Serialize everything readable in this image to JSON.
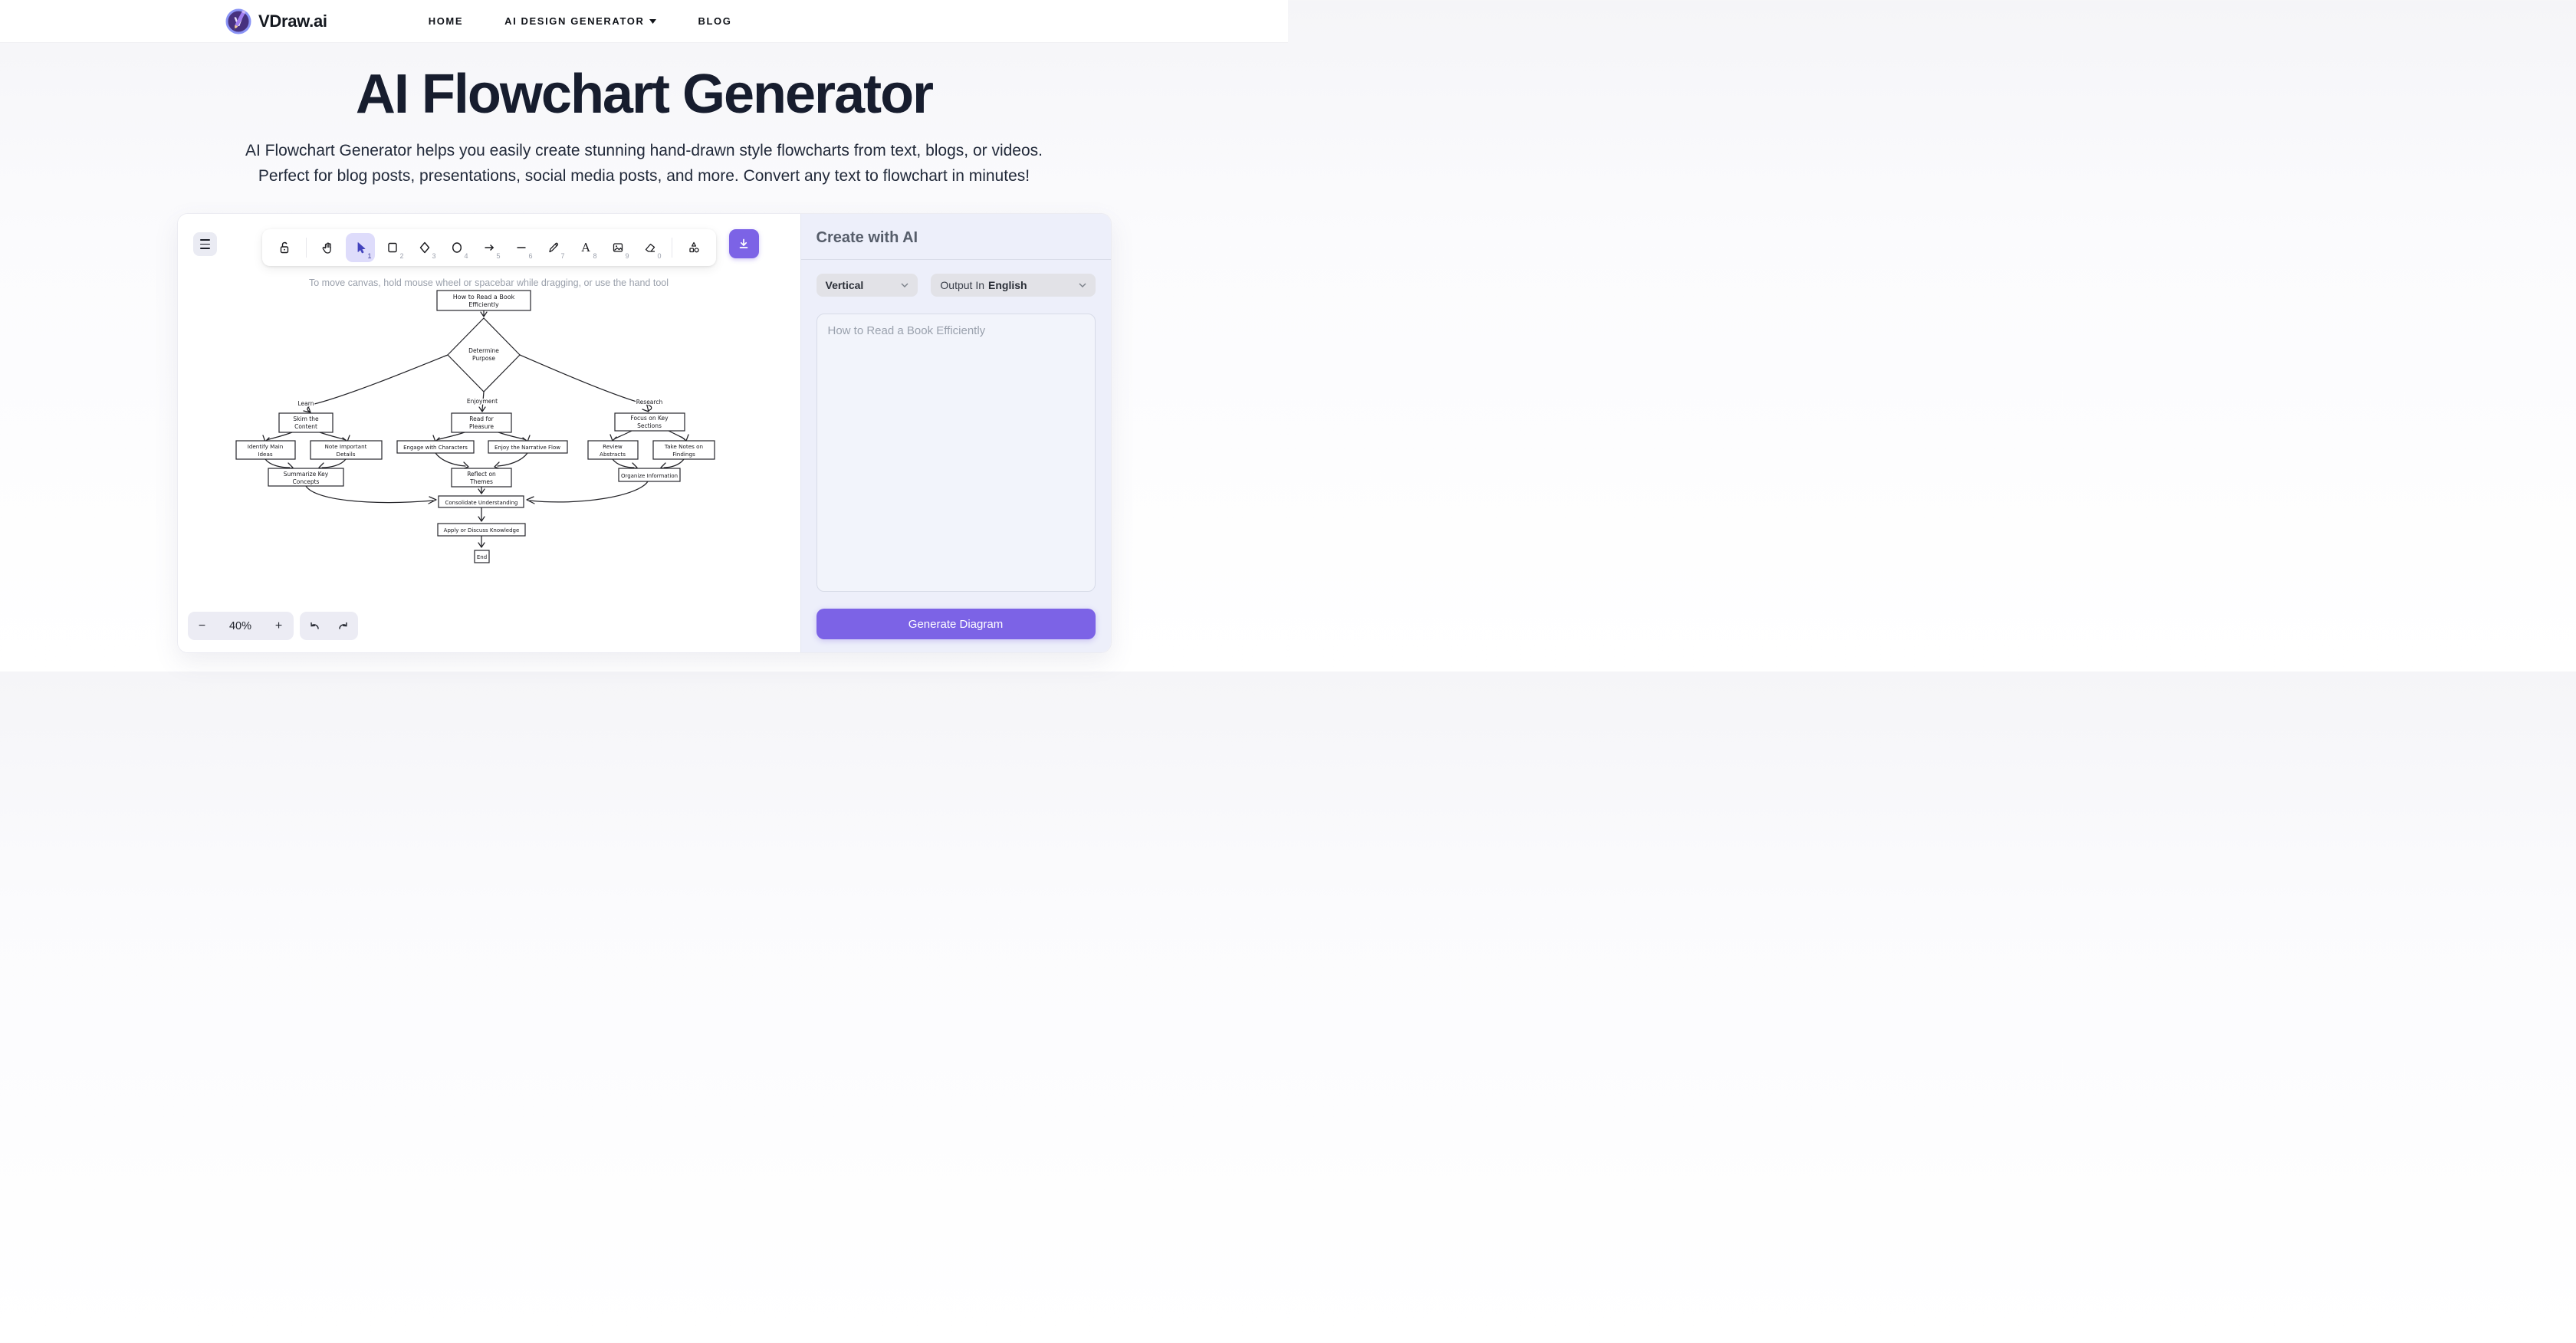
{
  "nav": {
    "brand": "VDraw.ai",
    "items": [
      {
        "label": "HOME"
      },
      {
        "label": "AI DESIGN GENERATOR"
      },
      {
        "label": "BLOG"
      }
    ]
  },
  "hero": {
    "title": "AI Flowchart Generator",
    "subtitle_line1": "AI Flowchart Generator helps you easily create stunning hand-drawn style flowcharts from text, blogs, or videos.",
    "subtitle_line2": "Perfect for blog posts, presentations, social media posts, and more. Convert any text to flowchart in minutes!"
  },
  "canvas": {
    "hint": "To move canvas, hold mouse wheel or spacebar while dragging, or use the hand tool",
    "zoom_out": "−",
    "zoom_value": "40%",
    "zoom_in": "+",
    "toolbar": {
      "items": [
        {
          "name": "lock",
          "shortcut": ""
        },
        {
          "name": "hand",
          "shortcut": ""
        },
        {
          "name": "selection",
          "shortcut": "1"
        },
        {
          "name": "rectangle",
          "shortcut": "2"
        },
        {
          "name": "diamond",
          "shortcut": "3"
        },
        {
          "name": "ellipse",
          "shortcut": "4"
        },
        {
          "name": "arrow",
          "shortcut": "5"
        },
        {
          "name": "line",
          "shortcut": "6"
        },
        {
          "name": "draw",
          "shortcut": "7"
        },
        {
          "name": "text",
          "shortcut": "8"
        },
        {
          "name": "image",
          "shortcut": "9"
        },
        {
          "name": "eraser",
          "shortcut": "0"
        },
        {
          "name": "more-tools",
          "shortcut": ""
        }
      ]
    }
  },
  "panel": {
    "heading": "Create with AI",
    "layout_value": "Vertical",
    "output_prefix": "Output In",
    "output_value": "English",
    "prompt_placeholder": "How to Read a Book Efficiently",
    "generate_label": "Generate Diagram"
  },
  "colors": {
    "accent_purple": "#7c63e6",
    "active_tool_bg": "#dedcfb",
    "panel_bg": "#edeffa",
    "title_navy": "#171d2e"
  },
  "flowchart": {
    "edge_labels": {
      "left": "Learn",
      "middle": "Enjoyment",
      "right": "Research"
    },
    "nodes": {
      "start1": "How to Read a Book",
      "start2": "Efficiently",
      "purpose1": "Determine",
      "purpose2": "Purpose",
      "skim1": "Skim the",
      "skim2": "Content",
      "read1": "Read for",
      "read2": "Pleasure",
      "focus1": "Focus on Key",
      "focus2": "Sections",
      "identify1": "Identify Main",
      "identify2": "Ideas",
      "note1": "Note Important",
      "note2": "Details",
      "engage": "Engage with Characters",
      "enjoy": "Enjoy the Narrative Flow",
      "review1": "Review",
      "review2": "Abstracts",
      "takenotes1": "Take Notes on",
      "takenotes2": "Findings",
      "summarize1": "Summarize Key",
      "summarize2": "Concepts",
      "reflect1": "Reflect on",
      "reflect2": "Themes",
      "organize": "Organize Information",
      "consolidate": "Consolidate Understanding",
      "apply": "Apply or Discuss Knowledge",
      "end": "End"
    }
  }
}
